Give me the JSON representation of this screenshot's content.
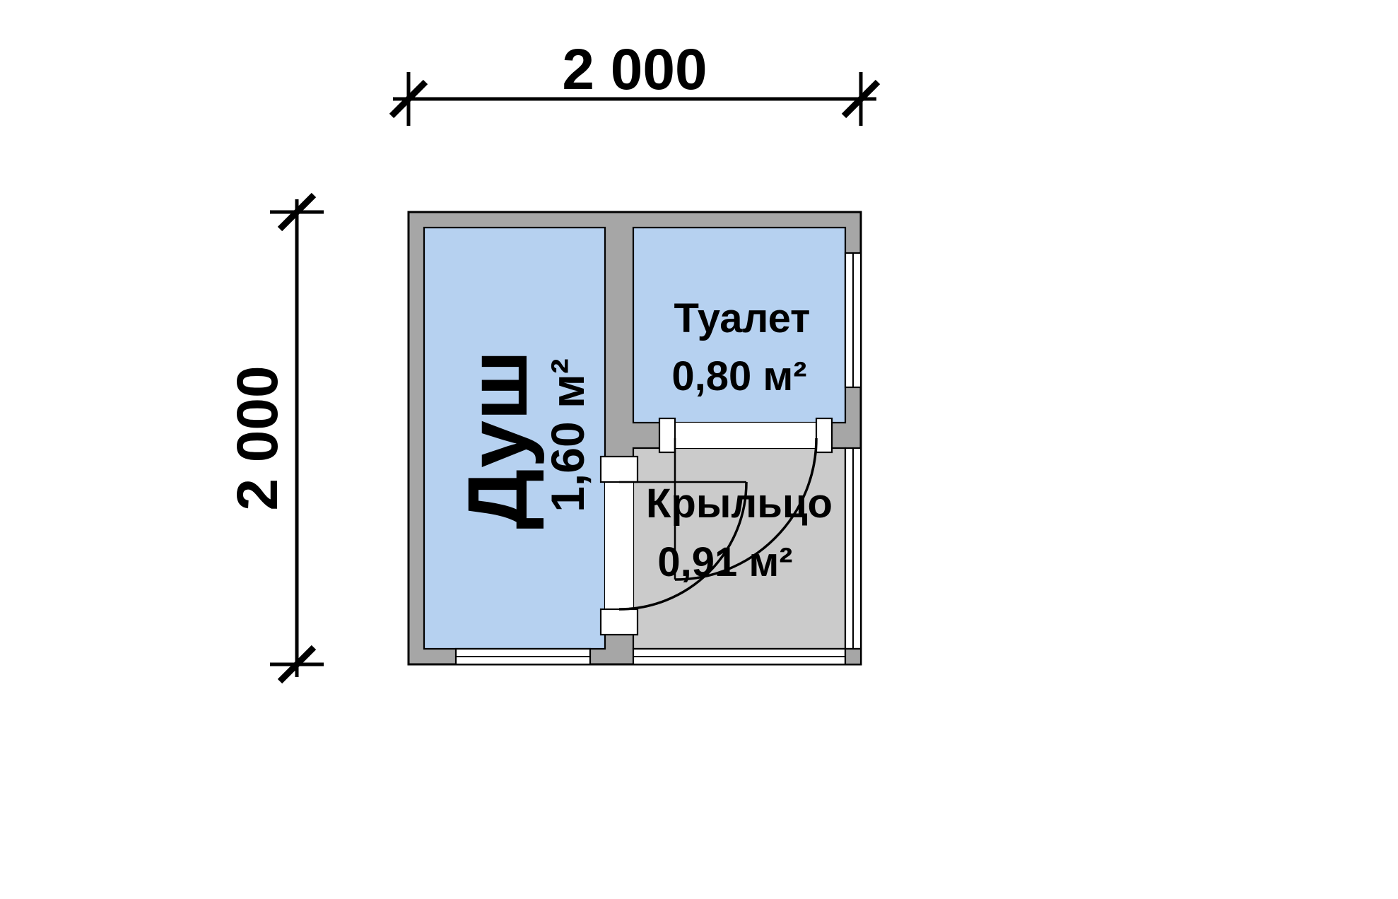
{
  "dimensions": {
    "top": "2 000",
    "left": "2 000"
  },
  "rooms": [
    {
      "name": "Душ",
      "area": "1,60 м²"
    },
    {
      "name": "Туалет",
      "area": "0,80 м²"
    },
    {
      "name": "Крыльцо",
      "area": "0,91 м²"
    }
  ],
  "colors": {
    "room_fill": "#b6d1f0",
    "porch_fill": "#cbcbcb",
    "wall_fill": "#a6a6a6",
    "line": "#000000",
    "background": "#ffffff"
  }
}
